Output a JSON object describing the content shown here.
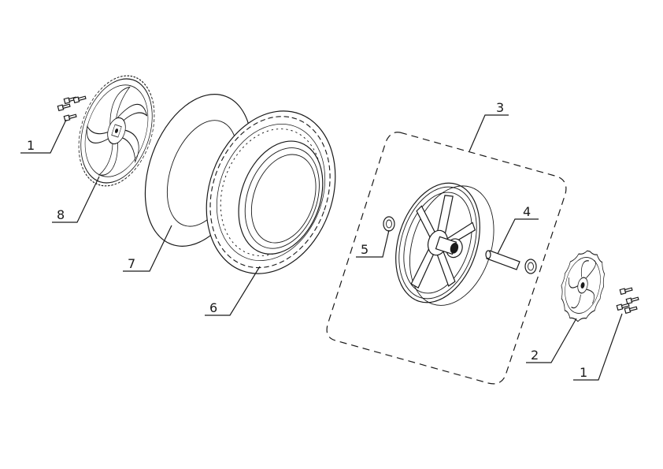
{
  "diagram": {
    "callouts": [
      {
        "id": "c1a",
        "label": "1"
      },
      {
        "id": "c8",
        "label": "8"
      },
      {
        "id": "c7",
        "label": "7"
      },
      {
        "id": "c6",
        "label": "6"
      },
      {
        "id": "c3",
        "label": "3"
      },
      {
        "id": "c5",
        "label": "5"
      },
      {
        "id": "c4",
        "label": "4"
      },
      {
        "id": "c2",
        "label": "2"
      },
      {
        "id": "c1b",
        "label": "1"
      }
    ]
  }
}
